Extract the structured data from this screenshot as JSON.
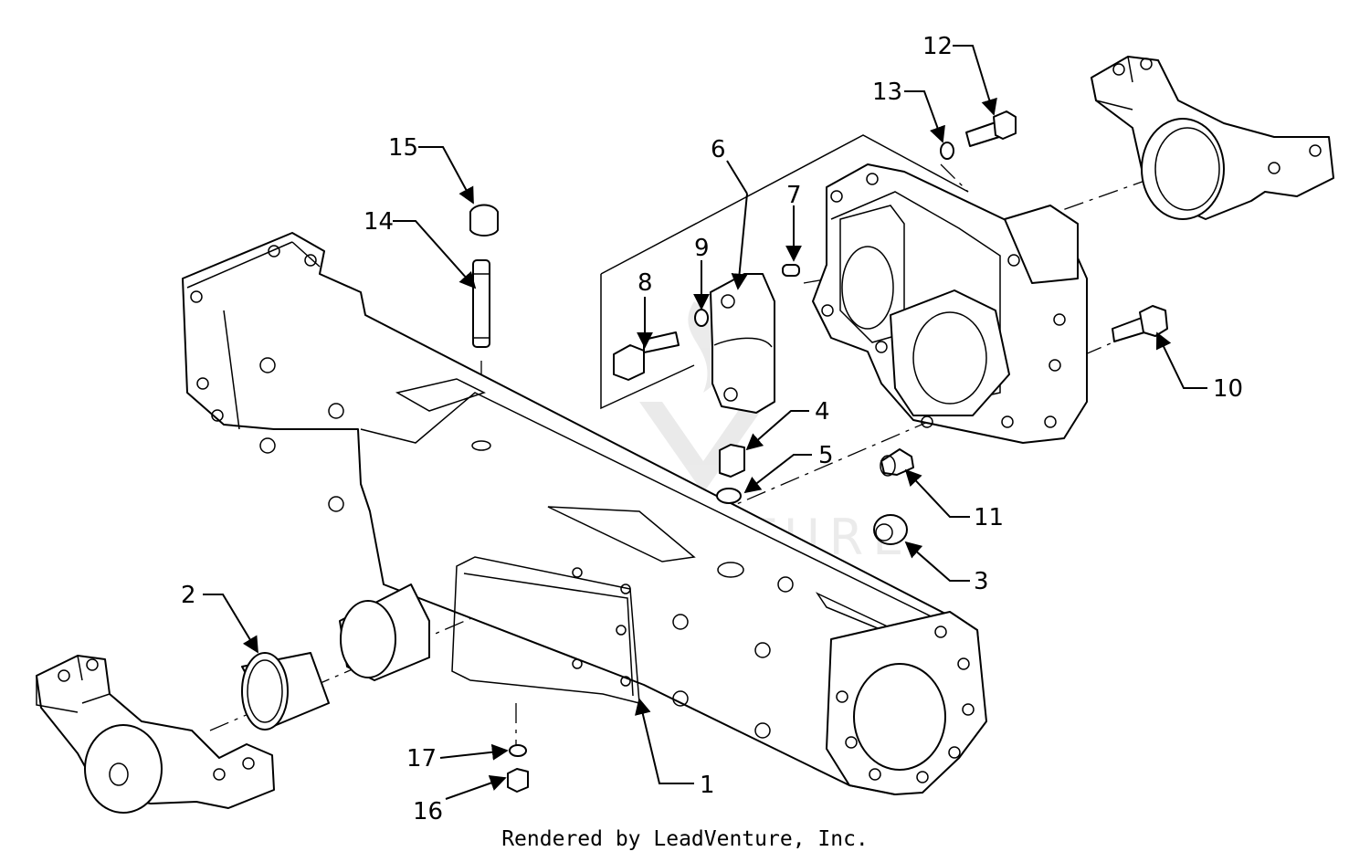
{
  "diagram": {
    "callouts": [
      {
        "id": "1",
        "label": "1"
      },
      {
        "id": "2",
        "label": "2"
      },
      {
        "id": "3",
        "label": "3"
      },
      {
        "id": "4",
        "label": "4"
      },
      {
        "id": "5",
        "label": "5"
      },
      {
        "id": "6",
        "label": "6"
      },
      {
        "id": "7",
        "label": "7"
      },
      {
        "id": "8",
        "label": "8"
      },
      {
        "id": "9",
        "label": "9"
      },
      {
        "id": "10",
        "label": "10"
      },
      {
        "id": "11",
        "label": "11"
      },
      {
        "id": "12",
        "label": "12"
      },
      {
        "id": "13",
        "label": "13"
      },
      {
        "id": "14",
        "label": "14"
      },
      {
        "id": "15",
        "label": "15"
      },
      {
        "id": "16",
        "label": "16"
      },
      {
        "id": "17",
        "label": "17"
      }
    ]
  },
  "watermark": {
    "text": "LEADVENTURE"
  },
  "footer": {
    "text": "Rendered by LeadVenture, Inc."
  },
  "colors": {
    "line": "#000000",
    "background": "#ffffff"
  }
}
